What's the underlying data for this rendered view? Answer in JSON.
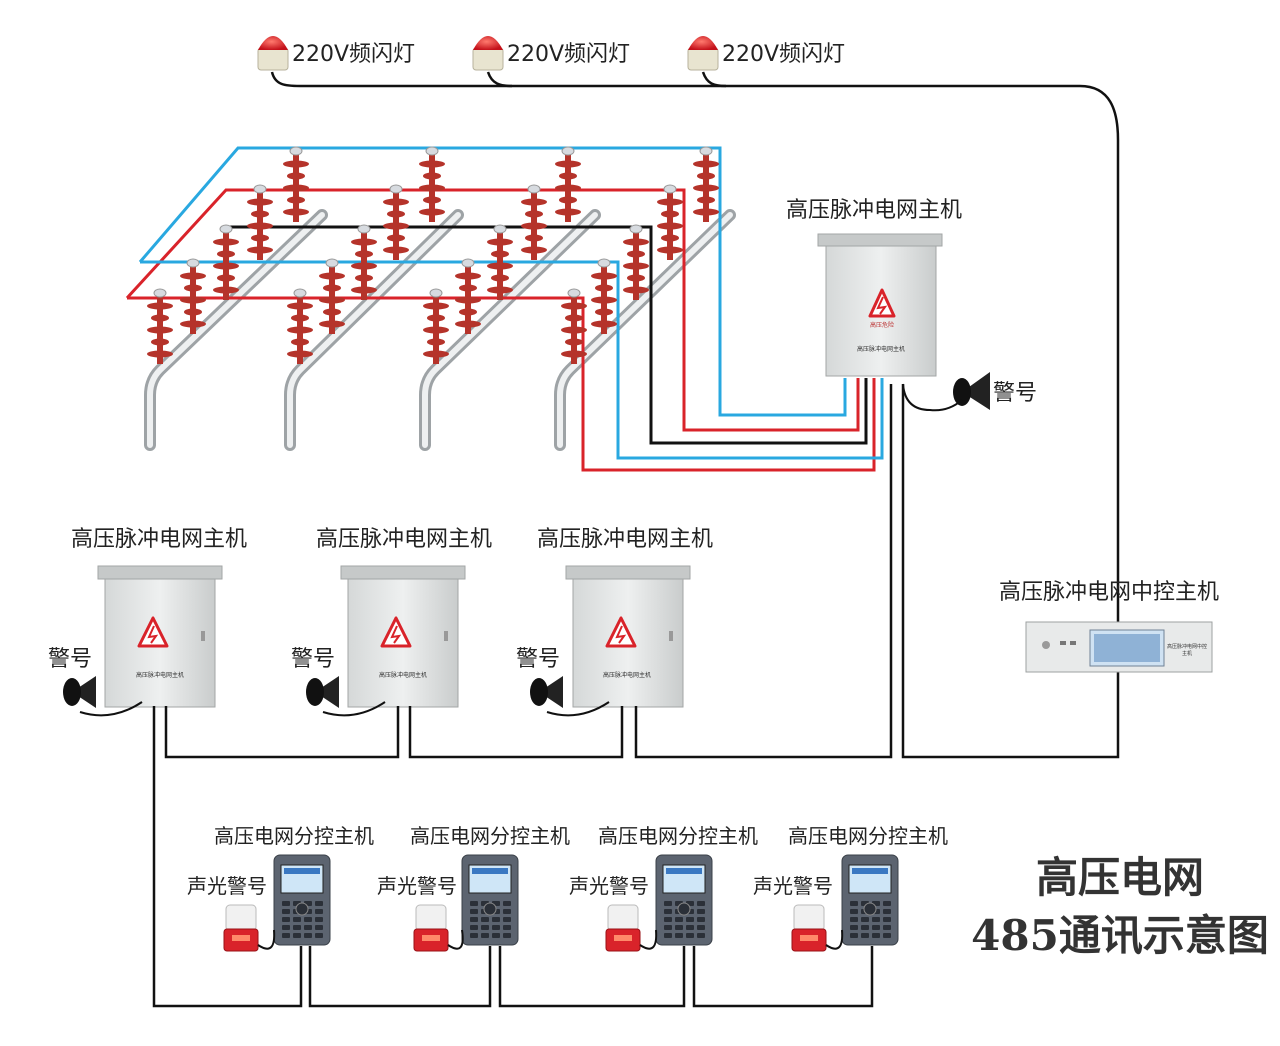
{
  "flash_lamps": [
    {
      "label": "220V频闪灯"
    },
    {
      "label": "220V频闪灯"
    },
    {
      "label": "220V频闪灯"
    }
  ],
  "main_host_top": {
    "label": "高压脉冲电网主机",
    "siren_label": "警号",
    "panel_text": "高压脉冲电网主机",
    "warn_text": "高压危险"
  },
  "main_hosts": [
    {
      "label": "高压脉冲电网主机",
      "siren_label": "警号",
      "panel_text": "高压脉冲电网主机"
    },
    {
      "label": "高压脉冲电网主机",
      "siren_label": "警号",
      "panel_text": "高压脉冲电网主机"
    },
    {
      "label": "高压脉冲电网主机",
      "siren_label": "警号",
      "panel_text": "高压脉冲电网主机"
    }
  ],
  "central_host": {
    "label": "高压脉冲电网中控主机",
    "panel_text": "高压脉冲电网中控主机"
  },
  "sub_controllers": [
    {
      "label": "高压电网分控主机",
      "alarm_label": "声光警号"
    },
    {
      "label": "高压电网分控主机",
      "alarm_label": "声光警号"
    },
    {
      "label": "高压电网分控主机",
      "alarm_label": "声光警号"
    },
    {
      "label": "高压电网分控主机",
      "alarm_label": "声光警号"
    }
  ],
  "title": {
    "line1": "高压电网",
    "line2": "485通讯示意图"
  },
  "colors": {
    "blue_wire": "#29a8e0",
    "red_wire": "#d9232a",
    "black_wire": "#111111",
    "insulator": "#b5332a",
    "cabinet": "#e4e6e6"
  }
}
